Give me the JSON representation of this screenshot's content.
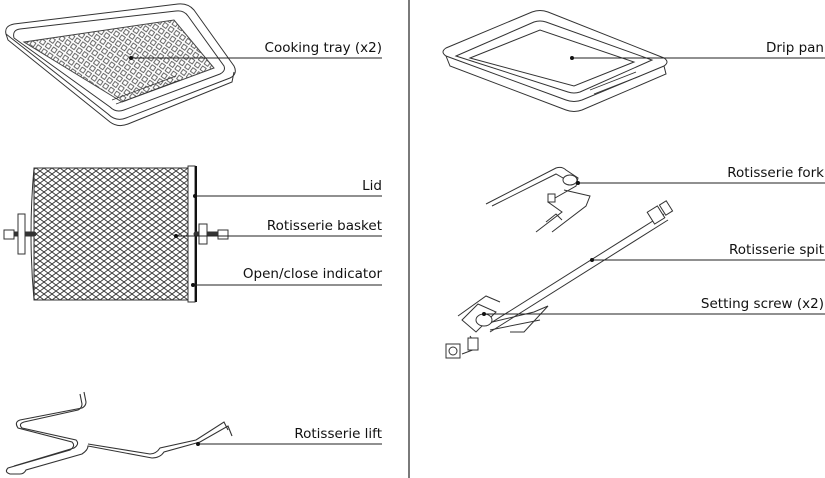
{
  "colors": {
    "ink": "#111111",
    "line": "#333333",
    "background": "#ffffff"
  },
  "left_column": {
    "items": [
      {
        "id": "cooking-tray",
        "label": "Cooking tray (x2)"
      },
      {
        "id": "lid",
        "label": "Lid"
      },
      {
        "id": "rotisserie-basket",
        "label": "Rotisserie basket"
      },
      {
        "id": "open-close-indicator",
        "label": "Open/close indicator"
      },
      {
        "id": "rotisserie-lift",
        "label": "Rotisserie lift"
      }
    ]
  },
  "right_column": {
    "items": [
      {
        "id": "drip-pan",
        "label": "Drip pan"
      },
      {
        "id": "rotisserie-fork",
        "label": "Rotisserie fork"
      },
      {
        "id": "rotisserie-spit",
        "label": "Rotisserie spit"
      },
      {
        "id": "setting-screw",
        "label": "Setting screw (x2)"
      }
    ]
  }
}
